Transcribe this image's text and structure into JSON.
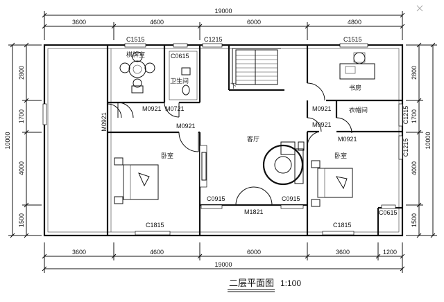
{
  "drawing": {
    "title": "二层平面图",
    "scale": "1:100",
    "close_icon": "x-mark-icon"
  },
  "dimensions": {
    "top_total": "19000",
    "top_segments": [
      "3600",
      "4600",
      "6000",
      "4800"
    ],
    "bottom_total": "19000",
    "bottom_segments": [
      "3600",
      "4600",
      "6000",
      "3600",
      "1200"
    ],
    "left_total": "10000",
    "left_segments": [
      "2800",
      "1700",
      "4000",
      "1500"
    ],
    "right_total": "10000",
    "right_segments": [
      "2800",
      "1700",
      "4000",
      "1500"
    ]
  },
  "rooms": {
    "chess_room": "棋牌室",
    "bathroom": "卫生间",
    "study": "书房",
    "wardrobe": "衣帽间",
    "living_room": "客厅",
    "bedroom_left": "卧室",
    "bedroom_right": "卧室",
    "stair_down": "下"
  },
  "codes": {
    "c1515_left": "C1515",
    "c0615_bath": "C0615",
    "c1215_top": "C1215",
    "c1515_right": "C1515",
    "m0921_chess": "M0921",
    "m0721_bath": "M0721",
    "m0921_left_wall": "M0921",
    "m0921_bedroom_left": "M0921",
    "m0921_study": "M0921",
    "m0921_bedroom_right": "M0921",
    "m0921_wardrobe": "M0921",
    "c1215_right_upper": "C1215",
    "c1215_right_lower": "C1215",
    "c0915_left": "C0915",
    "c0915_right": "C0915",
    "m1821_entrance": "M1821",
    "c1815_left": "C1815",
    "c1815_right": "C1815",
    "c0615_corner": "C0615"
  }
}
